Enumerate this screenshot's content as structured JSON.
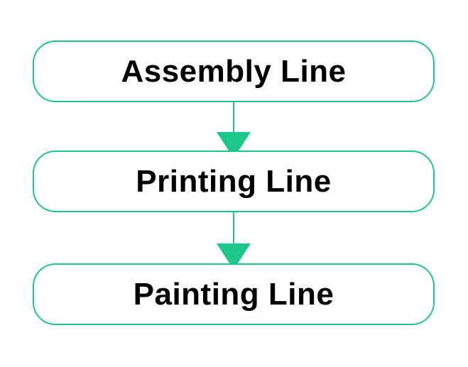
{
  "diagram": {
    "type": "flowchart",
    "direction": "top-down",
    "background": "#ffffff",
    "accent_color": "#1bc88a",
    "text_color": "#000000",
    "nodes": [
      {
        "id": "assembly-line",
        "label": "Assembly Line",
        "shape": "rounded-rectangle"
      },
      {
        "id": "printing-line",
        "label": "Printing Line",
        "shape": "rounded-rectangle"
      },
      {
        "id": "painting-line",
        "label": "Painting Line",
        "shape": "rounded-rectangle"
      }
    ],
    "edges": [
      {
        "from": "assembly-line",
        "to": "printing-line",
        "style": "solid",
        "arrowhead": "filled-triangle"
      },
      {
        "from": "printing-line",
        "to": "painting-line",
        "style": "solid",
        "arrowhead": "filled-triangle"
      }
    ]
  }
}
